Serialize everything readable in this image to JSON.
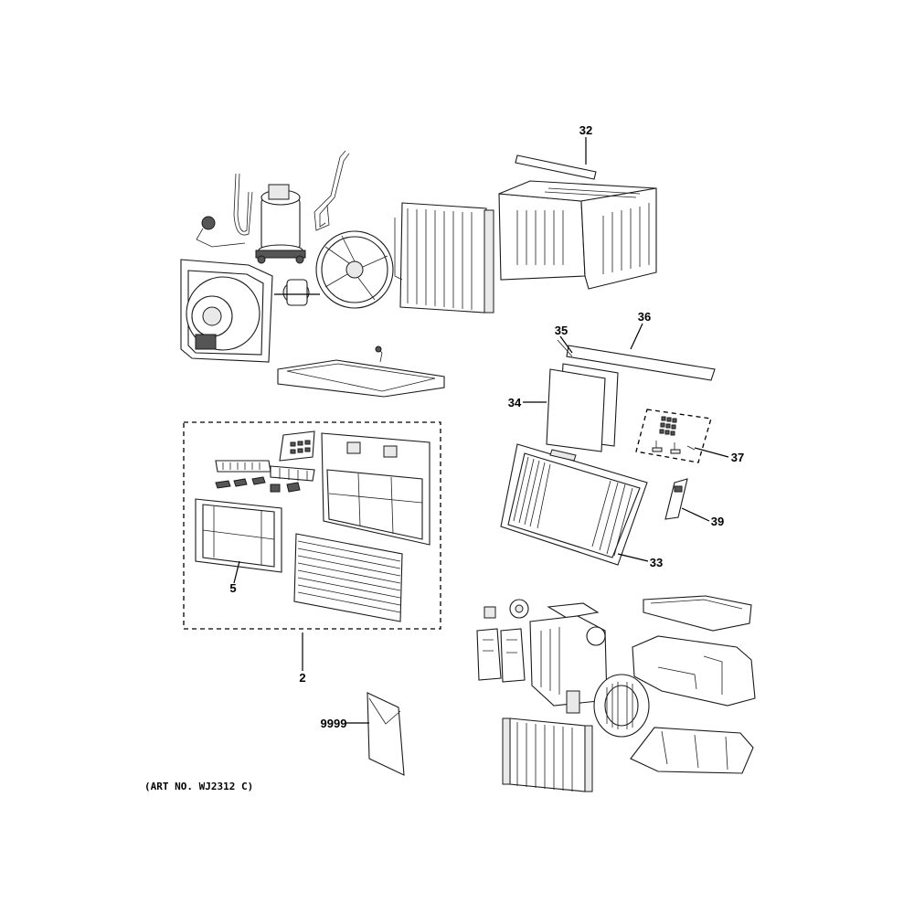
{
  "callouts": {
    "c32": "32",
    "c35": "35",
    "c36": "36",
    "c34": "34",
    "c37": "37",
    "c39": "39",
    "c33": "33",
    "c5": "5",
    "c2": "2",
    "c9999": "9999"
  },
  "art_number": "(ART NO. WJ2312 C)"
}
